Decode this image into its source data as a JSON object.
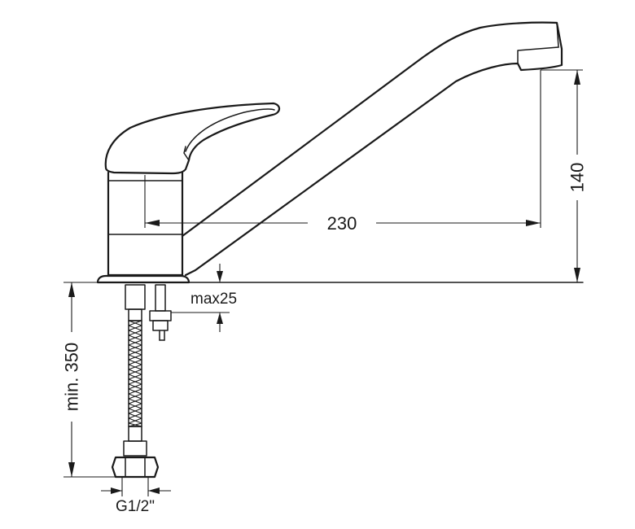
{
  "diagram": {
    "dimensions": {
      "spout_reach": "230",
      "spout_height": "140",
      "max_thickness": "max25",
      "hose_length": "min. 350",
      "thread": "G1/2\""
    },
    "colors": {
      "line": "#1a1a1a",
      "background": "#ffffff"
    }
  }
}
